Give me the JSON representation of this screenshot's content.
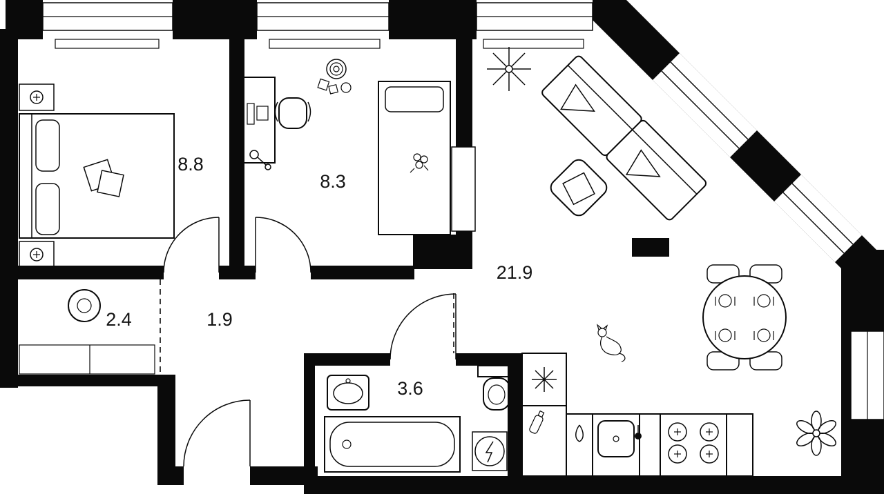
{
  "colors": {
    "wall": "#0a0a0a",
    "background": "#ffffff",
    "line": "#141414"
  },
  "rooms": [
    {
      "name": "bedroom",
      "area": "8.8"
    },
    {
      "name": "study",
      "area": "8.3"
    },
    {
      "name": "living-kitchen",
      "area": "21.9"
    },
    {
      "name": "storage",
      "area": "2.4"
    },
    {
      "name": "hallway",
      "area": "1.9"
    },
    {
      "name": "bathroom",
      "area": "3.6"
    }
  ],
  "icons": [
    "window",
    "door-arc",
    "radiator",
    "double-bed",
    "pillow",
    "nightstand-lamp",
    "clothes",
    "washing-machine",
    "storage-counter",
    "desk",
    "desk-chair",
    "desk-lamp",
    "wall-decor",
    "single-bed",
    "flower",
    "wardrobe",
    "potted-plant",
    "sofa",
    "armchair",
    "tv-shaft",
    "dining-table",
    "dining-chair",
    "place-setting",
    "cat",
    "fridge-snowflake",
    "bottle",
    "water-drop",
    "kitchen-sink",
    "faucet",
    "stove-burners",
    "bathroom-sink",
    "toilet",
    "bathtub",
    "water-heater",
    "corner-flowers"
  ]
}
